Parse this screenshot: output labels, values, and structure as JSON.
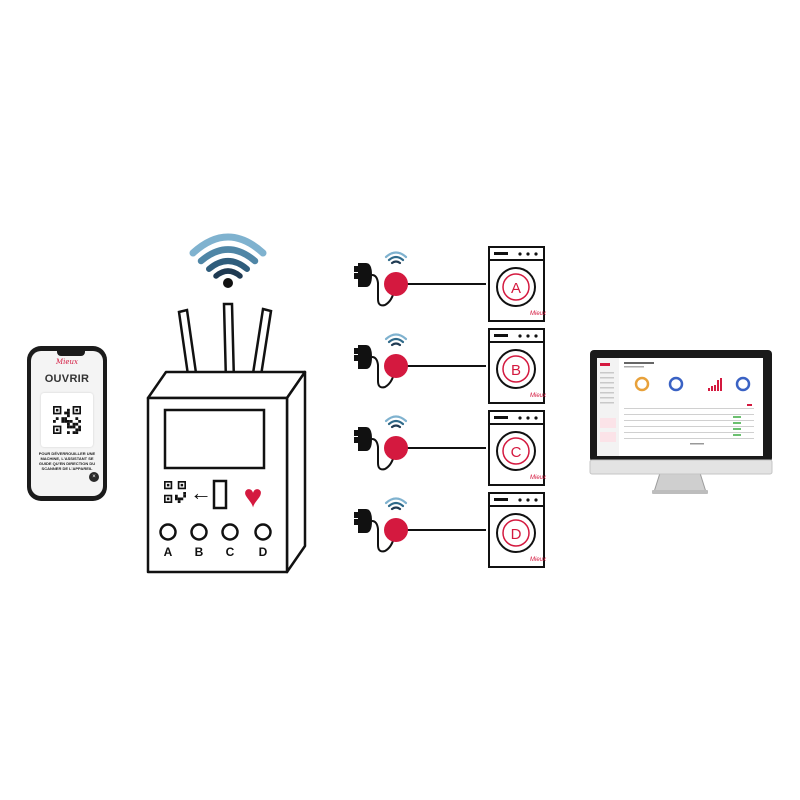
{
  "phone": {
    "logo": "Mieux",
    "title": "OUVRIR",
    "instructions": "POUR DÉVERROUILLER UNE MACHINE, L'ASSISTANT SE GUIDE QU'EN DIRECTION DU SCANNER DE L'APPAREIL",
    "close_symbol": "×"
  },
  "hub": {
    "button_labels": [
      "A",
      "B",
      "C",
      "D"
    ],
    "heart_symbol": "♥",
    "arrow_symbol": "←"
  },
  "machines": [
    {
      "letter": "A",
      "logo": "Mieux"
    },
    {
      "letter": "B",
      "logo": "Mieux"
    },
    {
      "letter": "C",
      "logo": "Mieux"
    },
    {
      "letter": "D",
      "logo": "Mieux"
    }
  ],
  "colors": {
    "accent": "#d4193f",
    "wifi_dark": "#1f3a52",
    "wifi_mid": "#2f6a8a",
    "wifi_light": "#7fb2cf",
    "outline": "#111111"
  }
}
